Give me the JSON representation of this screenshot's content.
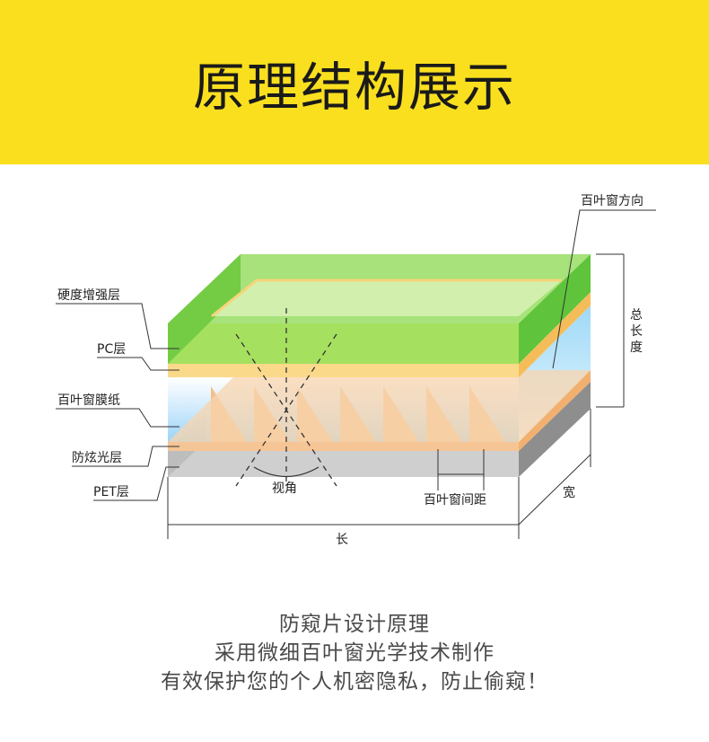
{
  "header": {
    "title": "原理结构展示"
  },
  "diagram": {
    "callouts": {
      "hard_coat": "硬度增强层",
      "pc": "PC层",
      "louver_film": "百叶窗膜纸",
      "anti_glare": "防炫光层",
      "pet": "PET层",
      "louver_direction": "百叶窗方向"
    },
    "dimensions": {
      "total_thickness": [
        "总",
        "长",
        "度"
      ],
      "width": "宽",
      "length": "长",
      "louver_pitch": "百叶窗间距",
      "view_angle": "视角"
    },
    "colors": {
      "banner": "#fadf1f",
      "hard_coat": "#8fdc5c",
      "pc": "#fbd98a",
      "louver": "#cfe9fb",
      "anti_glare": "#f6c596",
      "pet": "#a9a9a9"
    }
  },
  "caption": {
    "line1": "防窥片设计原理",
    "line2": "采用微细百叶窗光学技术制作",
    "line3": "有效保护您的个人机密隐私，防止偷窥！"
  }
}
